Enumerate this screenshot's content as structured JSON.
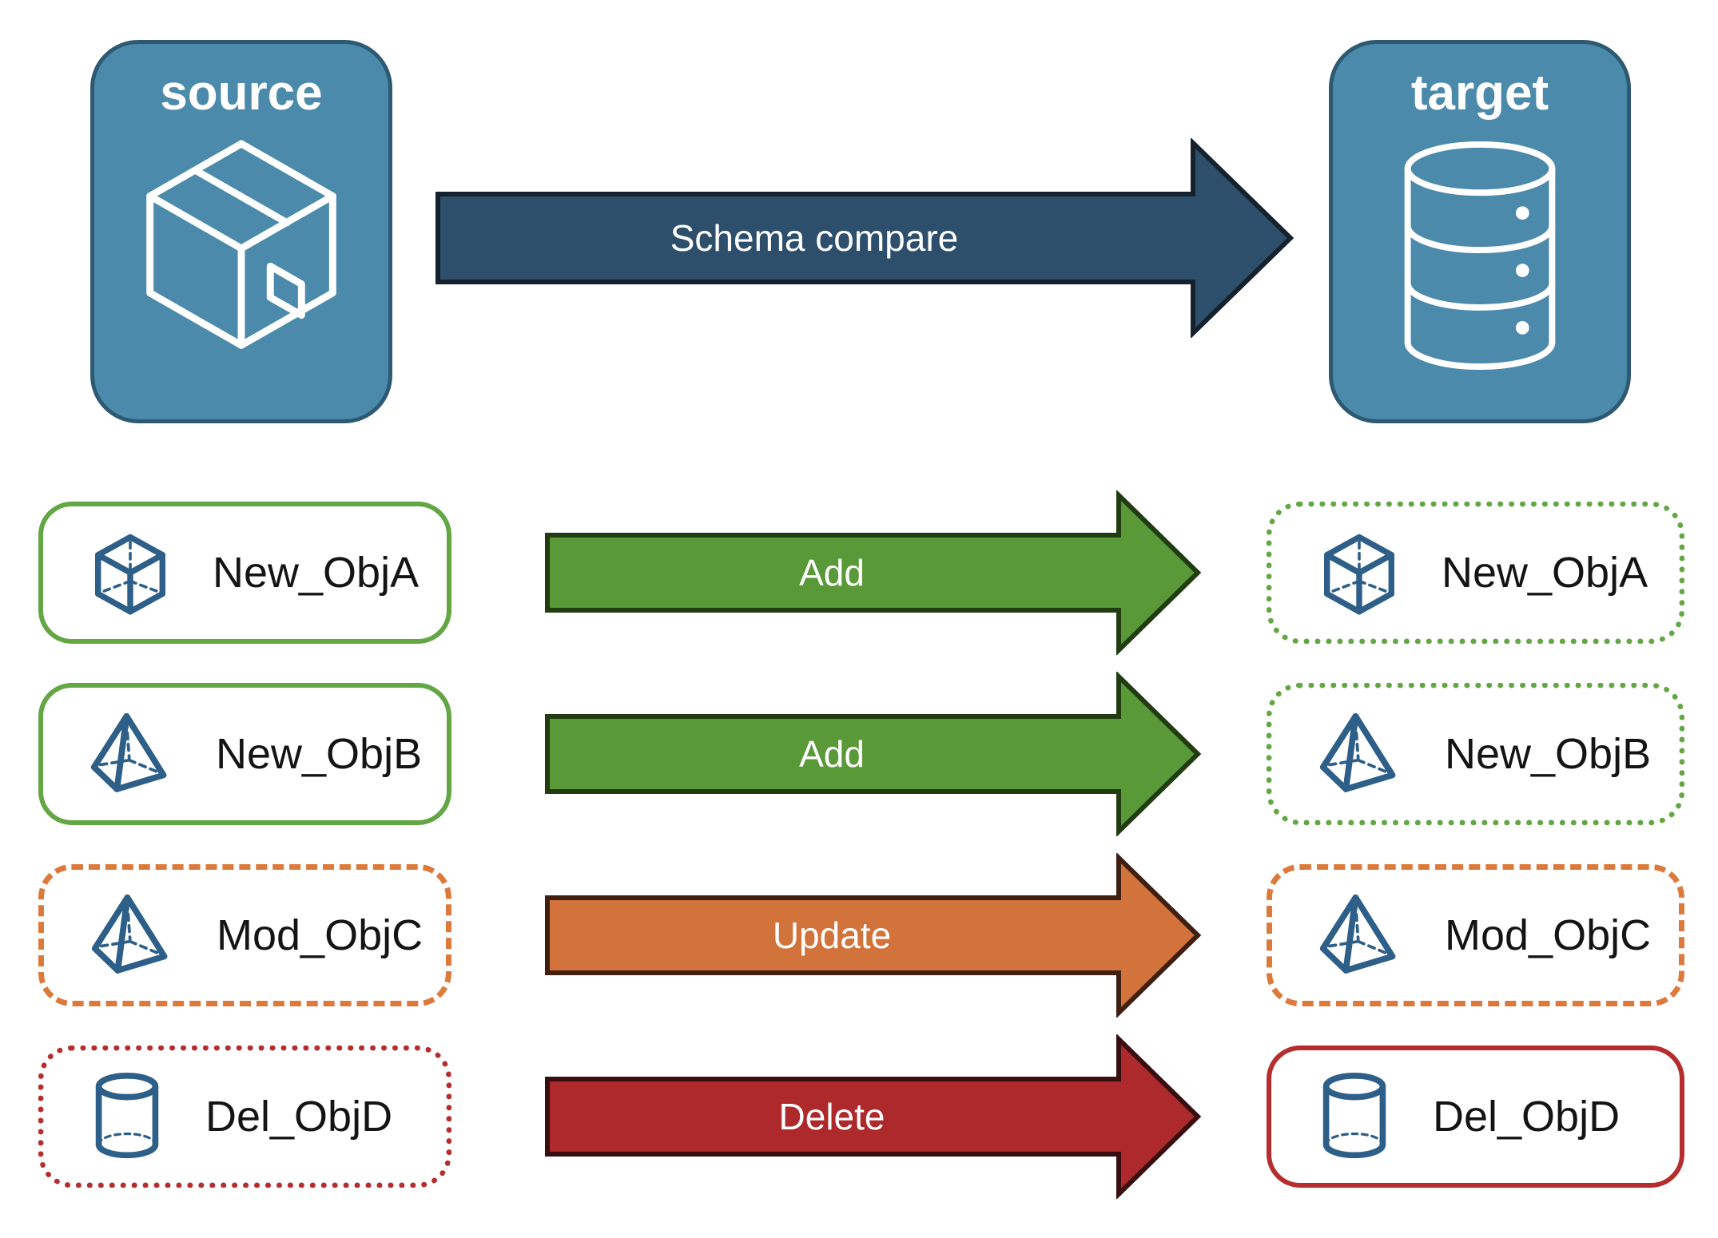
{
  "top": {
    "source": {
      "label": "source",
      "icon": "package-icon",
      "fill": "#4C8AAB",
      "border": "#2D5A72"
    },
    "target": {
      "label": "target",
      "icon": "database-icon",
      "fill": "#4C8AAB",
      "border": "#2D5A72"
    },
    "schema_arrow": {
      "label": "Schema compare",
      "fill": "#2D4F6B",
      "border": "#15212D"
    }
  },
  "rows": [
    {
      "name": "New_ObjA",
      "icon": "cube-icon",
      "action": "Add",
      "arrow_fill": "#599938",
      "arrow_border": "#203C10",
      "source_box_border": "solid #63A644",
      "target_box_border": "dotted #63A644"
    },
    {
      "name": "New_ObjB",
      "icon": "pyramid-icon",
      "action": "Add",
      "arrow_fill": "#599938",
      "arrow_border": "#203C10",
      "source_box_border": "solid #63A644",
      "target_box_border": "dotted #63A644"
    },
    {
      "name": "Mod_ObjC",
      "icon": "pyramid-icon",
      "action": "Update",
      "arrow_fill": "#D2733B",
      "arrow_border": "#3E1F10",
      "source_box_border": "dashed #DC7A3C",
      "target_box_border": "dashed #DC7A3C"
    },
    {
      "name": "Del_ObjD",
      "icon": "cylinder-icon",
      "action": "Delete",
      "arrow_fill": "#AE292C",
      "arrow_border": "#380E10",
      "source_box_border": "dotted #B62D2E",
      "target_box_border": "solid #B62D2E"
    }
  ],
  "palette": {
    "node_fill": "#4C8AAB",
    "node_border": "#2D5A72",
    "object_icon_stroke": "#2E5F88",
    "green": "#63A644",
    "orange": "#DC7A3C",
    "red": "#B62D2E",
    "label_text": "#141414",
    "arrow_text": "#ffffff"
  }
}
